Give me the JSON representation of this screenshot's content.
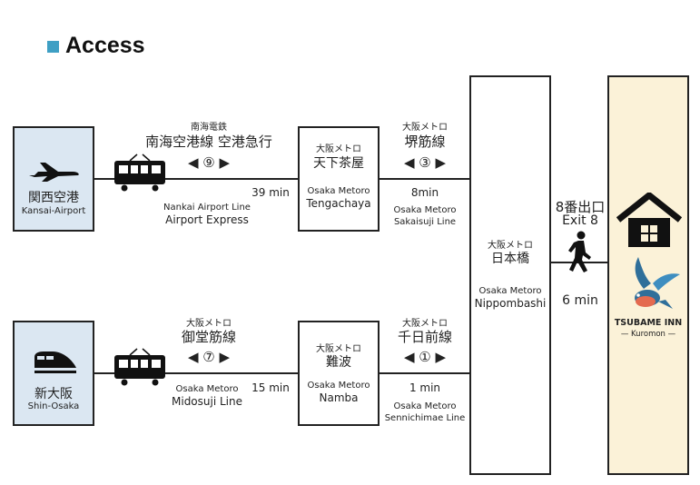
{
  "title": "Access",
  "colors": {
    "accent": "#3e9fc4",
    "origin_bg": "#dbe7f2",
    "hotel_bg": "#fbf2d8"
  },
  "origins": {
    "kansai": {
      "name_jp": "関西空港",
      "name_en": "Kansai-Airport",
      "icon": "airplane-icon"
    },
    "shin_osaka": {
      "name_jp": "新大阪",
      "name_en": "Shin-Osaka",
      "icon": "shinkansen-icon"
    }
  },
  "routes": {
    "nankai": {
      "operator": "南海電鉄",
      "line_jp": "南海空港線 空港急行",
      "number": "⑨",
      "time": "39 min",
      "line_en_1": "Nankai Airport Line",
      "line_en_2": "Airport Express"
    },
    "sakaisuji": {
      "operator": "大阪メトロ",
      "line_jp": "堺筋線",
      "number": "③",
      "time": "8min",
      "line_en_1": "Osaka Metoro",
      "line_en_2": "Sakaisuji Line"
    },
    "midosuji": {
      "operator": "大阪メトロ",
      "line_jp": "御堂筋線",
      "number": "⑦",
      "time": "15 min",
      "line_en_1": "Osaka Metoro",
      "line_en_2": "Midosuji Line"
    },
    "sennichimae": {
      "operator": "大阪メトロ",
      "line_jp": "千日前線",
      "number": "①",
      "time": "1 min",
      "line_en_1": "Osaka Metoro",
      "line_en_2": "Sennichimae Line"
    }
  },
  "stations": {
    "tengachaya": {
      "operator": "大阪メトロ",
      "name_jp": "天下茶屋",
      "operator_en": "Osaka Metoro",
      "name_en": "Tengachaya"
    },
    "namba": {
      "operator": "大阪メトロ",
      "name_jp": "難波",
      "operator_en": "Osaka Metoro",
      "name_en": "Namba"
    },
    "nippombashi": {
      "operator": "大阪メトロ",
      "name_jp": "日本橋",
      "operator_en": "Osaka Metoro",
      "name_en": "Nippombashi"
    }
  },
  "walk": {
    "exit_jp": "8番出口",
    "exit_en": "Exit 8",
    "time": "6 min"
  },
  "hotel": {
    "name": "TSUBAME INN",
    "sub": "Kuromon"
  }
}
